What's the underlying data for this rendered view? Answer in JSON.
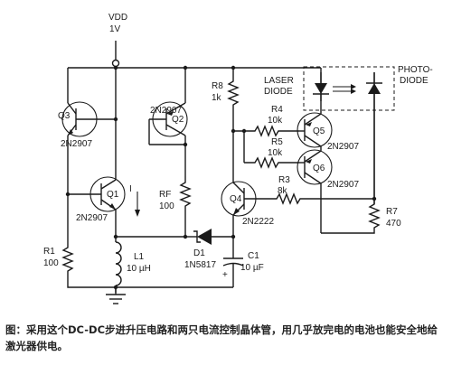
{
  "supply": {
    "label": "VDD",
    "value": "1V"
  },
  "transistors": {
    "q1": {
      "name": "Q1",
      "part": "2N2907"
    },
    "q2": {
      "name": "Q2",
      "part": "2N2907"
    },
    "q3": {
      "name": "Q3",
      "part": "2N2907"
    },
    "q4": {
      "name": "Q4",
      "part": "2N2222"
    },
    "q5": {
      "name": "Q5",
      "part": "2N2907"
    },
    "q6": {
      "name": "Q6",
      "part": "2N2907"
    }
  },
  "resistors": {
    "r1": {
      "name": "R1",
      "value": "100"
    },
    "rf": {
      "name": "RF",
      "value": "100"
    },
    "r3": {
      "name": "R3",
      "value": "8k"
    },
    "r4": {
      "name": "R4",
      "value": "10k"
    },
    "r5": {
      "name": "R5",
      "value": "10k"
    },
    "r7": {
      "name": "R7",
      "value": "470"
    },
    "r8": {
      "name": "R8",
      "value": "1k"
    }
  },
  "inductor": {
    "name": "L1",
    "value": "10 µH"
  },
  "diode": {
    "name": "D1",
    "part": "1N5817"
  },
  "capacitor": {
    "name": "C1",
    "value": "10 µF",
    "polarity": "+"
  },
  "current_label": "I",
  "laser_diode_label": [
    "LASER",
    "DIODE"
  ],
  "photodiode_label": [
    "PHOTO-",
    "DIODE"
  ],
  "caption": "图：采用这个DC-DC步进升压电路和两只电流控制晶体管，用几乎放完电的电池也能安全地给激光器供电。"
}
